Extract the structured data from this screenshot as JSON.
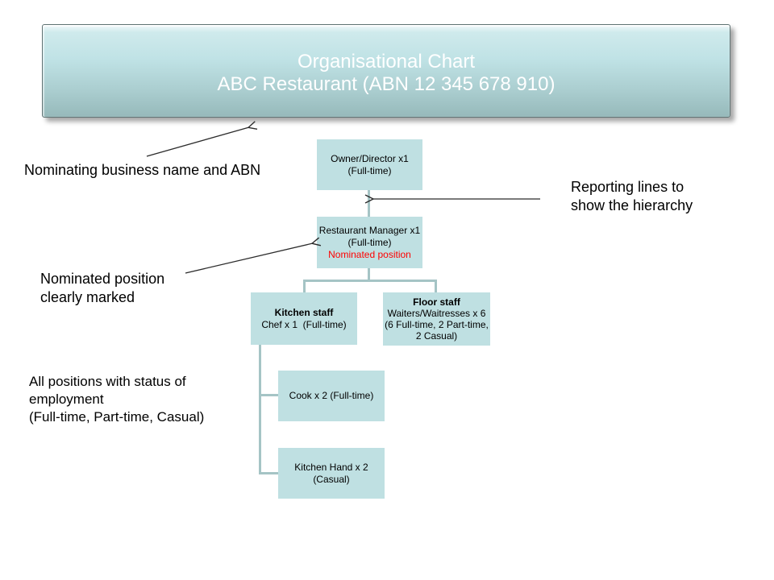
{
  "banner": {
    "title_line1": "Organisational Chart",
    "title_line2": "ABC Restaurant (ABN 12 345 678 910)",
    "bg_top_color": "#cfeaec",
    "bg_bottom_color": "#96b9ba",
    "text_color": "#ffffff"
  },
  "org": {
    "box_fill_color": "#bfe0e2",
    "connector_color": "#a5c4c5",
    "nominated_text_color": "#ff0000",
    "owner": {
      "lines": [
        "Owner/Director x1",
        "(Full-time)"
      ]
    },
    "manager": {
      "lines": [
        "Restaurant Manager x1",
        "(Full-time)"
      ],
      "nominated": "Nominated position"
    },
    "kitchen": {
      "title": "Kitchen staff",
      "lines": [
        "Chef x 1  (Full-time)"
      ]
    },
    "floor": {
      "title": "Floor staff",
      "lines": [
        "Waiters/Waitresses x 6",
        "(6 Full-time, 2 Part-time,",
        "2 Casual)"
      ]
    },
    "cook": {
      "lines": [
        "Cook x 2 (Full-time)"
      ]
    },
    "kitchen_hand": {
      "lines": [
        "Kitchen Hand x 2",
        "(Casual)"
      ]
    }
  },
  "annotations": {
    "business_name": "Nominating business name and ABN",
    "reporting_line1": "Reporting lines to",
    "reporting_line2": "show the hierarchy",
    "nominated_line1": "Nominated position",
    "nominated_line2": "clearly marked",
    "status_line1": "All positions with status of",
    "status_line2": "employment",
    "status_line3": "(Full-time, Part-time, Casual)"
  }
}
